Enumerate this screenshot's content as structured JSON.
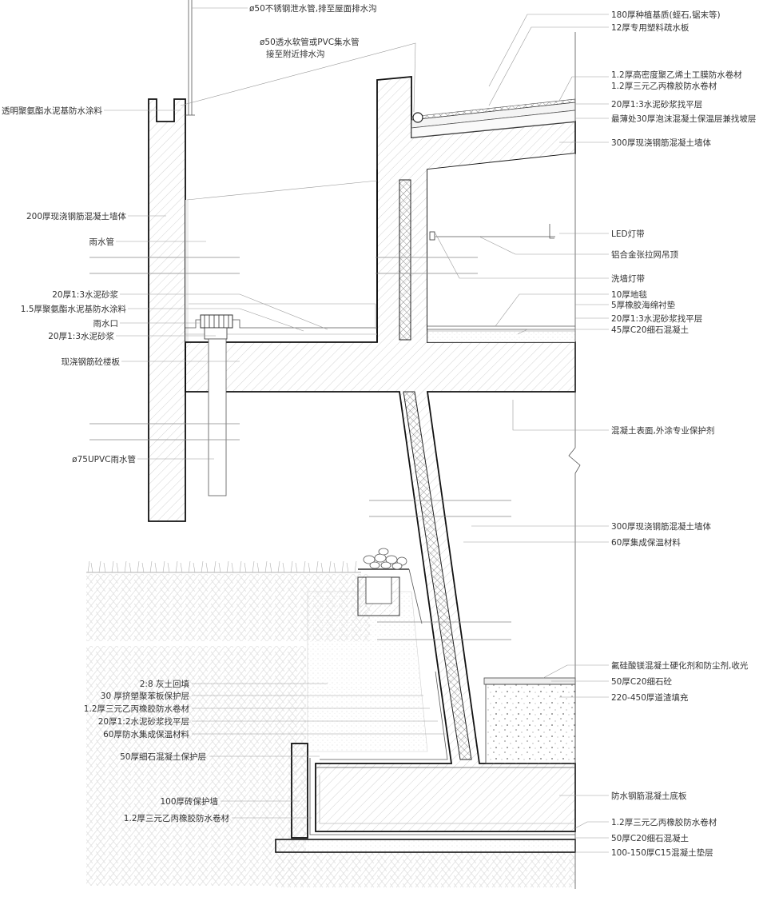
{
  "labels": {
    "top_drain_pipe": "ø50不锈钢泄水管,排至屋面排水沟",
    "collector_pipe_line1": "ø50透水软管或PVC集水管",
    "collector_pipe_line2": "接至附近排水沟",
    "planting_substrate": "180厚种植基质(蛭石,锯末等)",
    "drain_board": "12厚专用塑料疏水板",
    "hdpe_membrane": "1.2厚高密度聚乙烯土工膜防水卷材",
    "epdm_top": "1.2厚三元乙丙橡胶防水卷材",
    "mortar_top": "20厚1:3水泥砂浆找平层",
    "foam_concrete": "最薄处30厚泡沫混凝土保温层兼找坡层",
    "wall_300_top": "300厚现浇钢筋混凝土墙体",
    "transparent_coating": "透明聚氨酯水泥基防水涂料",
    "wall_200": "200厚现浇钢筋混凝土墙体",
    "rain_pipe": "雨水管",
    "led_strip": "LED灯带",
    "ceiling": "铝合金张拉网吊顶",
    "wall_washer": "洗墙灯带",
    "carpet": "10厚地毯",
    "rubber_pad": "5厚橡胶海绵衬垫",
    "mortar_floor": "20厚1:3水泥砂浆找平层",
    "fine_concrete_45": "45厚C20细石混凝土",
    "mortar_20_a": "20厚1:3水泥砂浆",
    "pu_coating": "1.5厚聚氨酯水泥基防水涂料",
    "rain_outlet": "雨水口",
    "mortar_20_b": "20厚1:3水泥砂浆",
    "floor_slab": "现浇钢筋砼楼板",
    "concrete_protect": "混凝土表面,外涂专业保护剂",
    "upvc_pipe": "ø75UPVC雨水管",
    "wall_300_mid": "300厚现浇钢筋混凝土墙体",
    "insulation_60": "60厚集成保温材料",
    "hardener": "氟硅酸镁混凝土硬化剂和防尘剂,收光",
    "fine_stone_50": "50厚C20细石砼",
    "roadbed_fill": "220-450厚道渣填充",
    "lime_soil": "2:8 灰土回填",
    "xps_board": "30 厚挤塑聚苯板保护层",
    "epdm_wall": "1.2厚三元乙丙橡胶防水卷材",
    "mortar_12": "20厚1:2水泥砂浆找平层",
    "insulation_wall": "60厚防水集成保温材料",
    "fine_protect_50": "50厚细石混凝土保护层",
    "waterproof_base": "防水钢筋混凝土底板",
    "brick_wall": "100厚砖保护墙",
    "epdm_outer": "1.2厚三元乙丙橡胶防水卷材",
    "epdm_base": "1.2厚三元乙丙橡胶防水卷材",
    "fine_concrete_50": "50厚C20细石混凝土",
    "cushion": "100-150厚C15混凝土垫层"
  }
}
